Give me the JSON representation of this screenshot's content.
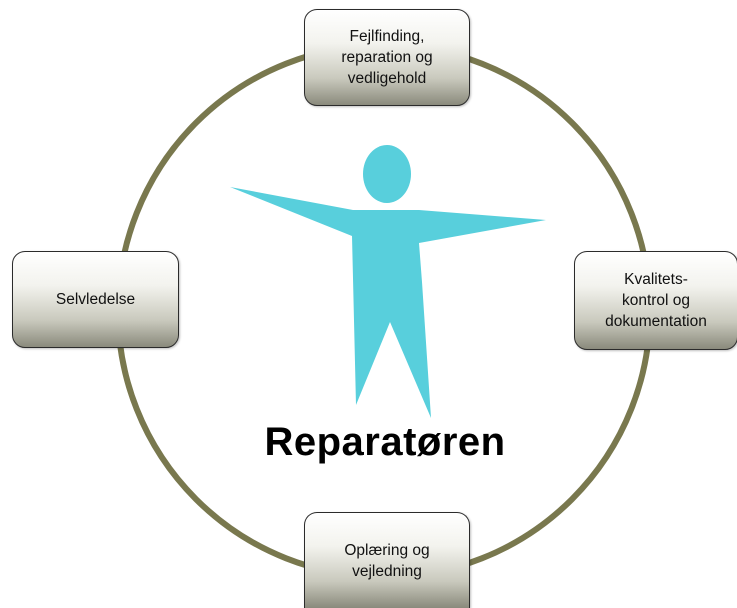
{
  "diagram": {
    "title": "Reparatøren",
    "colors": {
      "ring": "#79784e",
      "figure": "#58cfdc",
      "box_border": "#2b2b2b"
    },
    "icons": {
      "figure": "person-figure-icon"
    },
    "nodes": {
      "top": "Fejlfinding,\nreparation og\nvedligehold",
      "left": "Selvledelse",
      "right": "Kvalitets-\nkontrol og\ndokumentation",
      "bottom": "Oplæring og\nvejledning"
    }
  }
}
